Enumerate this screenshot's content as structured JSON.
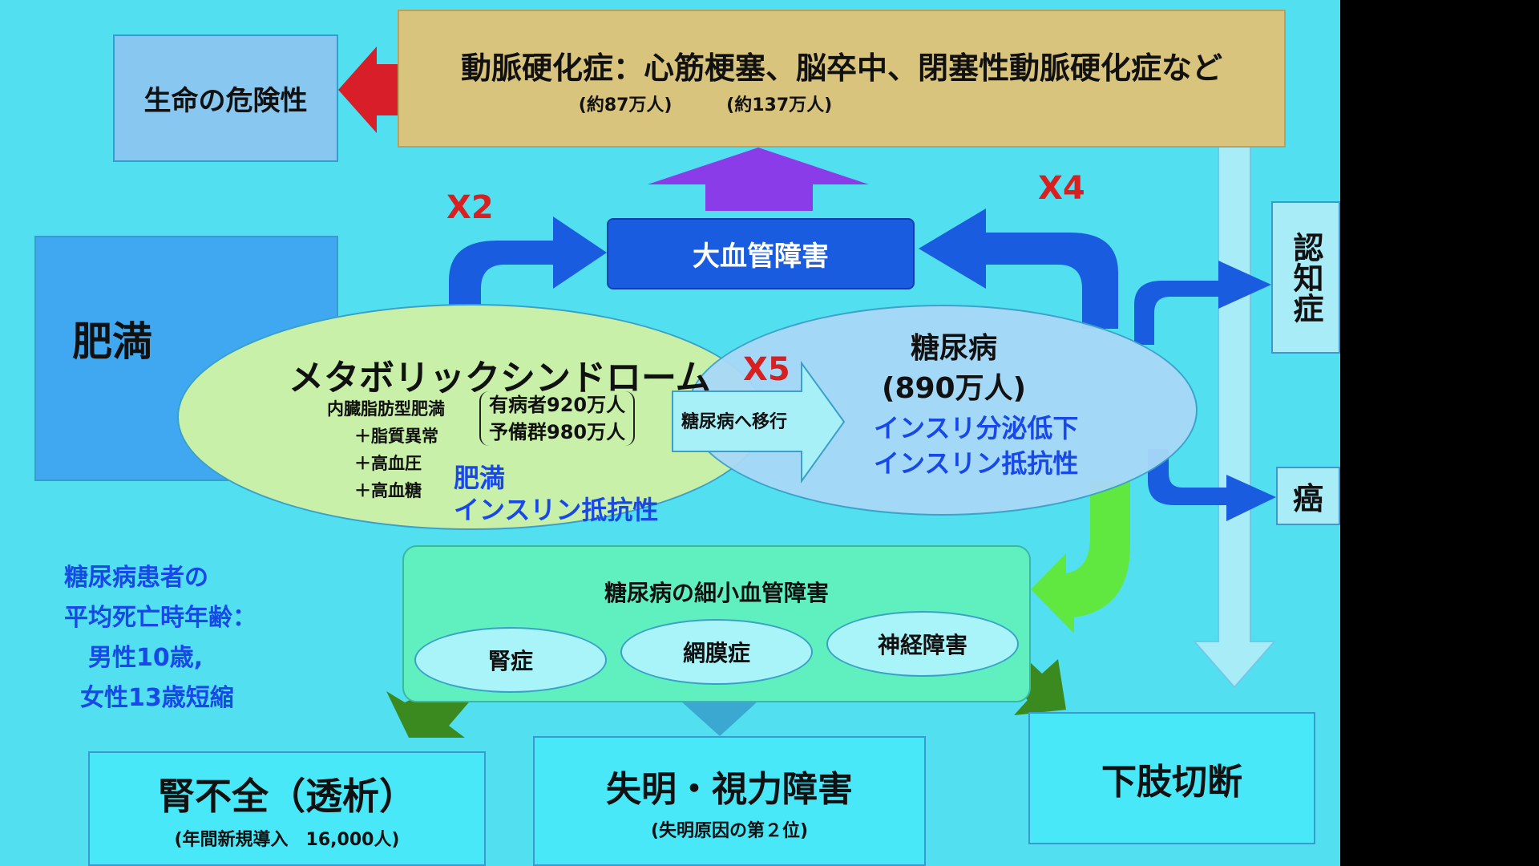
{
  "top": {
    "danger": "生命の危険性",
    "arteriosclerosis": "動脈硬化症：心筋梗塞、脳卒中、閉塞性動脈硬化症など",
    "mi_count": "(約87万人)",
    "stroke_count": "(約137万人)"
  },
  "multipliers": {
    "x2": "X2",
    "x4": "X4",
    "x5": "X5"
  },
  "macro": "大血管障害",
  "obesity_box": "肥満",
  "metabolic": {
    "title": "メタボリックシンドローム",
    "lines": [
      "内臓脂肪型肥満",
      "＋脂質異常",
      "＋高血圧",
      "＋高血糖"
    ],
    "patients": "有病者920万人",
    "reserve": "予備群980万人",
    "blue1": "肥満",
    "blue2": "インスリン抵抗性"
  },
  "transition": "糖尿病へ移行",
  "diabetes": {
    "title": "糖尿病",
    "count": "(890万人)",
    "blue1": "インスリ分泌低下",
    "blue2": "インスリン抵抗性"
  },
  "dementia": "認知症",
  "cancer": "癌",
  "micro": {
    "title": "糖尿病の細小血管障害",
    "items": [
      "腎症",
      "網膜症",
      "神経障害"
    ]
  },
  "life": [
    "糖尿病患者の",
    "平均死亡時年齢：",
    "男性10歳,",
    "女性13歳短縮"
  ],
  "outcomes": {
    "renal": "腎不全（透析）",
    "renal_sub": "(年間新規導入　16,000人)",
    "blind": "失明・視力障害",
    "blind_sub": "(失明原因の第２位)",
    "amputation": "下肢切断"
  }
}
